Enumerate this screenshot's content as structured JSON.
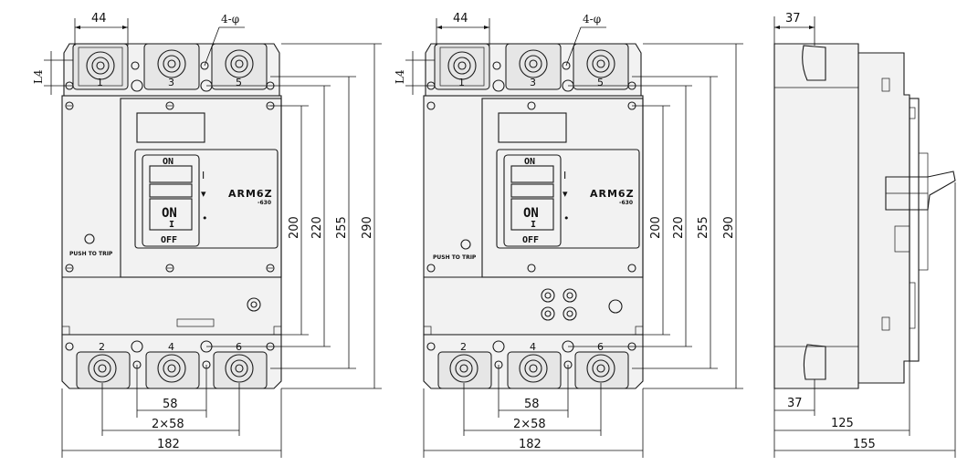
{
  "front_view_1": {
    "dims": {
      "top_width": "44",
      "hole": "4-φ",
      "side": "L4",
      "h200": "200",
      "h220": "220",
      "h255": "255",
      "h290": "290",
      "bottom_58": "58",
      "bottom_2x58": "2×58",
      "bottom_182": "182"
    },
    "labels": {
      "on_top": "ON",
      "on_main": "ON",
      "on_sub": "I",
      "off": "OFF",
      "brand": "ARM6Z",
      "model": "-630",
      "push": "PUSH TO TRIP",
      "term_top": [
        "1",
        "3",
        "5"
      ],
      "term_bottom": [
        "2",
        "4",
        "6"
      ]
    }
  },
  "front_view_2": {
    "dims": {
      "top_width": "44",
      "hole": "4-φ",
      "side": "L4",
      "h200": "200",
      "h220": "220",
      "h255": "255",
      "h290": "290",
      "bottom_58": "58",
      "bottom_2x58": "2×58",
      "bottom_182": "182"
    },
    "labels": {
      "on_top": "ON",
      "on_main": "ON",
      "on_sub": "I",
      "off": "OFF",
      "brand": "ARM6Z",
      "model": "-630",
      "push": "PUSH TO TRIP",
      "term_top": [
        "1",
        "3",
        "5"
      ],
      "term_bottom": [
        "2",
        "4",
        "6"
      ]
    }
  },
  "side_view": {
    "dims": {
      "top": "37",
      "bottom": "37",
      "depth_125": "125",
      "depth_155": "155"
    }
  }
}
